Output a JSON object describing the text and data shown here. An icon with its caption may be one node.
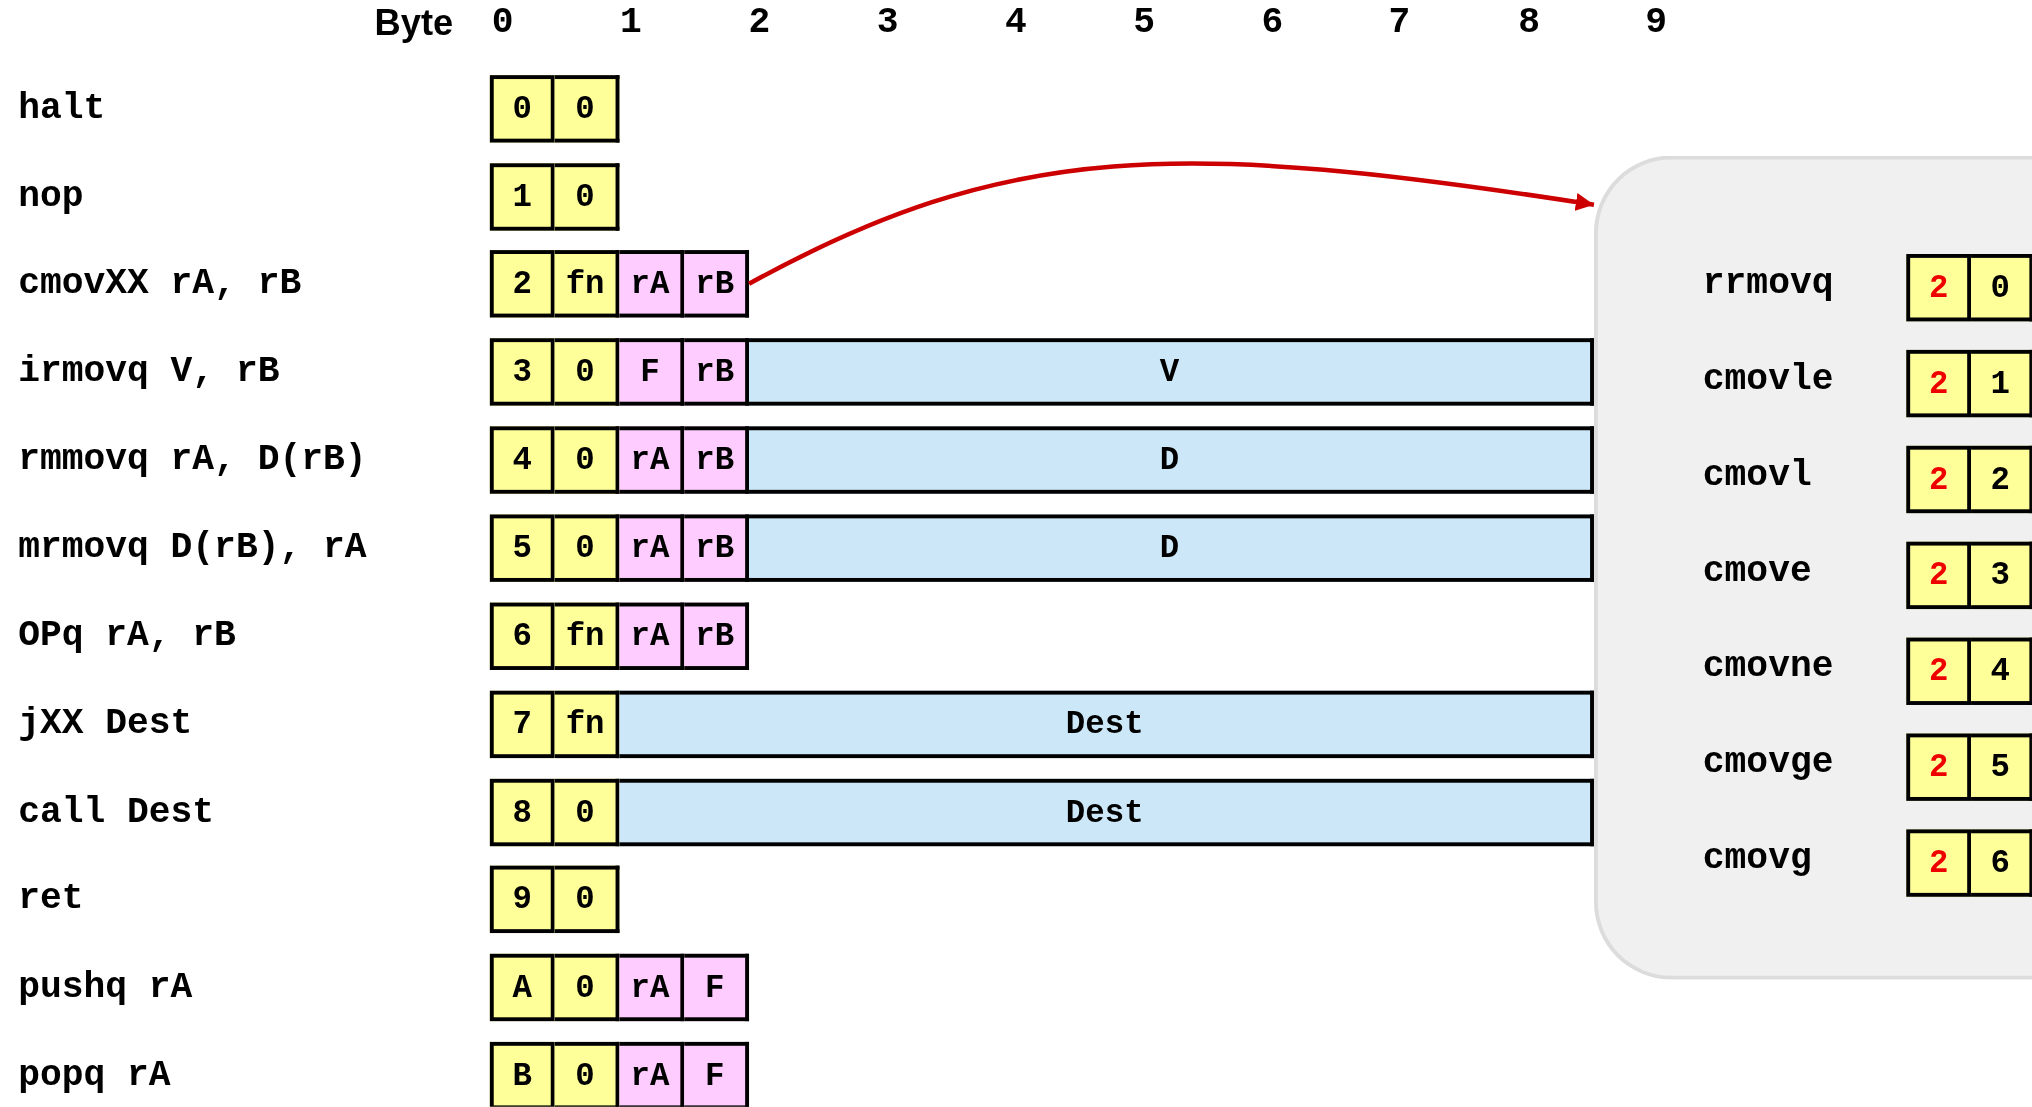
{
  "diagram": {
    "nodes": [
      {
        "text": [
          "0"
        ]
      },
      {
        "text": [
          "0"
        ]
      },
      {
        "text": [
          "1"
        ]
      },
      {
        "text": [
          "0"
        ]
      },
      {
        "text": [
          "2"
        ]
      },
      {
        "text": [
          "fn"
        ]
      },
      {
        "text": [
          "rA"
        ]
      },
      {
        "text": [
          "rB"
        ]
      },
      {
        "text": [
          "3"
        ]
      },
      {
        "text": [
          "0"
        ]
      },
      {
        "text": [
          "F"
        ]
      },
      {
        "text": [
          "rB"
        ]
      },
      {
        "text": [
          "V"
        ]
      },
      {
        "text": [
          "4"
        ]
      },
      {
        "text": [
          "0"
        ]
      },
      {
        "text": [
          "rA"
        ]
      },
      {
        "text": [
          "rB"
        ]
      },
      {
        "text": [
          "D"
        ]
      },
      {
        "text": [
          "5"
        ]
      },
      {
        "text": [
          "0"
        ]
      },
      {
        "text": [
          "rA"
        ]
      },
      {
        "text": [
          "rB"
        ]
      },
      {
        "text": [
          "D"
        ]
      },
      {
        "text": [
          "6"
        ]
      },
      {
        "text": [
          "fn"
        ]
      },
      {
        "text": [
          "rA"
        ]
      },
      {
        "text": [
          "rB"
        ]
      },
      {
        "text": [
          "7"
        ]
      },
      {
        "text": [
          "fn"
        ]
      },
      {
        "text": [
          "Dest"
        ]
      },
      {
        "text": [
          "8"
        ]
      },
      {
        "text": [
          "0"
        ]
      },
      {
        "text": [
          "Dest"
        ]
      },
      {
        "text": [
          "9"
        ]
      },
      {
        "text": [
          "0"
        ]
      },
      {
        "text": [
          "A"
        ]
      },
      {
        "text": [
          "0"
        ]
      },
      {
        "text": [
          "rA"
        ]
      },
      {
        "text": [
          "F"
        ]
      },
      {
        "text": [
          "B"
        ]
      },
      {
        "text": [
          "0"
        ]
      },
      {
        "text": [
          "rA"
        ]
      },
      {
        "text": [
          "F"
        ]
      },
      {
        "text": [],
        "shape": "box"
      },
      {
        "text": [
          "2"
        ],
        "in": 43
      },
      {
        "text": [
          "0"
        ],
        "in": 43
      },
      {
        "text": [
          "2"
        ],
        "in": 43
      },
      {
        "text": [
          "1"
        ],
        "in": 43
      },
      {
        "text": [
          "2"
        ],
        "in": 43
      },
      {
        "text": [
          "2"
        ],
        "in": 43
      },
      {
        "text": [
          "2"
        ],
        "in": 43
      },
      {
        "text": [
          "3"
        ],
        "in": 43
      },
      {
        "text": [
          "2"
        ],
        "in": 43
      },
      {
        "text": [
          "4"
        ],
        "in": 43
      },
      {
        "text": [
          "2"
        ],
        "in": 43
      },
      {
        "text": [
          "5"
        ],
        "in": 43
      },
      {
        "text": [
          "2"
        ],
        "in": 43
      },
      {
        "text": [
          "6"
        ],
        "in": 43
      }
    ],
    "edges": [
      {
        "from": 7,
        "to": 43,
        "arrow": "to",
        "color": "#cc0000"
      }
    ],
    "labels": [
      "Byte",
      "0",
      "1",
      "2",
      "3",
      "4",
      "5",
      "6",
      "7",
      "8",
      "9",
      "halt",
      "nop",
      "cmovXX rA, rB",
      "irmovq V, rB",
      "rmmovq rA, D(rB)",
      "mrmovq D(rB), rA",
      "OPq rA, rB",
      "jXX Dest",
      "call Dest",
      "ret",
      "pushq rA",
      "popq rA",
      "rrmovq",
      "cmovle",
      "cmovl",
      "cmove",
      "cmovne",
      "cmovge",
      "cmovg"
    ]
  }
}
